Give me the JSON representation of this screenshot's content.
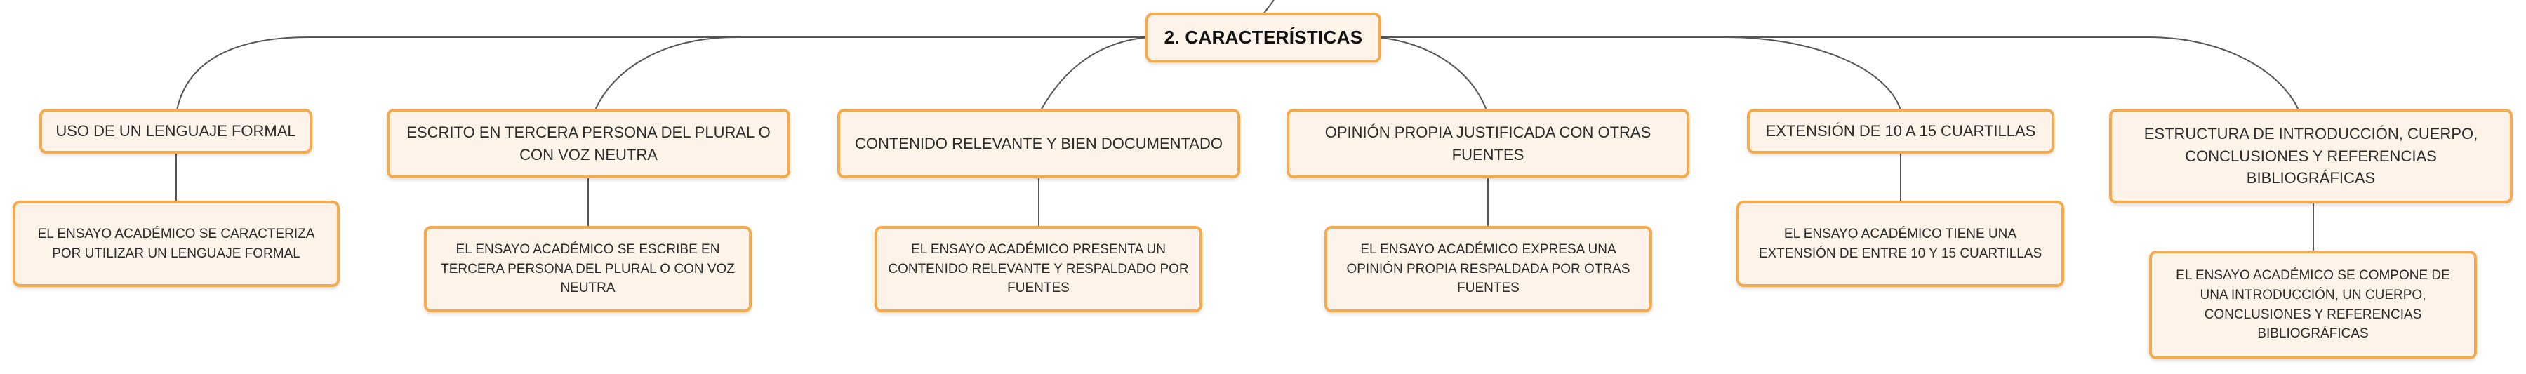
{
  "root": {
    "label": "2. CARACTERÍSTICAS"
  },
  "branches": [
    {
      "topic": "USO DE UN LENGUAJE FORMAL",
      "detail": "EL ENSAYO ACADÉMICO SE CARACTERIZA POR UTILIZAR UN LENGUAJE FORMAL"
    },
    {
      "topic": "ESCRITO EN TERCERA PERSONA DEL PLURAL O CON VOZ NEUTRA",
      "detail": "EL ENSAYO ACADÉMICO SE ESCRIBE EN TERCERA PERSONA DEL PLURAL O CON VOZ NEUTRA"
    },
    {
      "topic": "CONTENIDO RELEVANTE Y BIEN DOCUMENTADO",
      "detail": "EL ENSAYO ACADÉMICO PRESENTA UN CONTENIDO RELEVANTE Y RESPALDADO POR FUENTES"
    },
    {
      "topic": "OPINIÓN PROPIA JUSTIFICADA CON OTRAS FUENTES",
      "detail": "EL ENSAYO ACADÉMICO EXPRESA UNA OPINIÓN PROPIA RESPALDADA POR OTRAS FUENTES"
    },
    {
      "topic": "EXTENSIÓN DE 10 A 15 CUARTILLAS",
      "detail": "EL ENSAYO ACADÉMICO TIENE UNA EXTENSIÓN DE ENTRE 10 Y 15 CUARTILLAS"
    },
    {
      "topic": "ESTRUCTURA DE INTRODUCCIÓN, CUERPO, CONCLUSIONES Y REFERENCIAS BIBLIOGRÁFICAS",
      "detail": "EL ENSAYO ACADÉMICO SE COMPONE DE UNA INTRODUCCIÓN, UN CUERPO, CONCLUSIONES Y REFERENCIAS BIBLIOGRÁFICAS"
    }
  ],
  "colors": {
    "node_fill": "#fdf3e8",
    "node_border": "#f5ab4d",
    "connector": "#555555"
  }
}
